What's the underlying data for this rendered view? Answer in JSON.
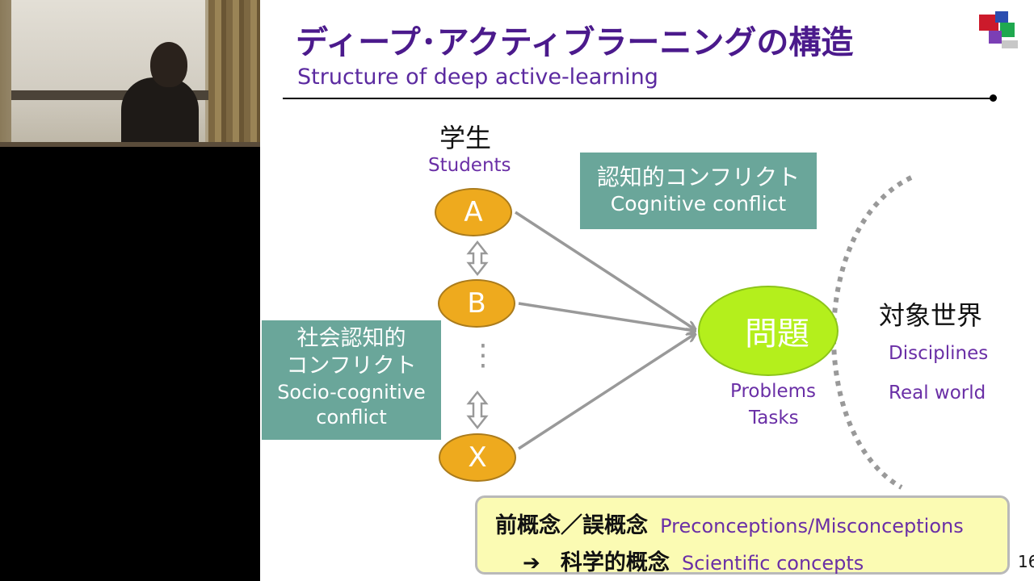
{
  "slide": {
    "title_ja": "ディープ･アクティブラーニングの構造",
    "title_en": "Structure of deep active-learning",
    "students_ja": "学生",
    "students_en": "Students",
    "nodes": [
      "A",
      "B",
      "X"
    ],
    "ellipsis": "⋮",
    "cognitive_box": {
      "line1": "認知的コンフリクト",
      "line2": "Cognitive conflict"
    },
    "socio_box": {
      "line1": "社会認知的",
      "line2": "コンフリクト",
      "line3": "Socio-cognitive",
      "line4": "conflict"
    },
    "problem": "問題",
    "problem_en1": "Problems",
    "problem_en2": "Tasks",
    "object_ja": "対象世界",
    "disciplines": "Disciplines",
    "real_world": "Real world",
    "bottom": {
      "row1_ja": "前概念／誤概念",
      "row1_en": "Preconceptions/Misconceptions",
      "arrow": "➔",
      "row2_ja": "科学的概念",
      "row2_en": "Scientific concepts"
    },
    "page_number": "16",
    "colors": {
      "title": "#4b1a8c",
      "node": "#eeaa1e",
      "teal": "#6aa69a",
      "problem": "#b4ef1c",
      "yellow": "#fbfbb3",
      "english_text": "#6a2fa6"
    }
  }
}
